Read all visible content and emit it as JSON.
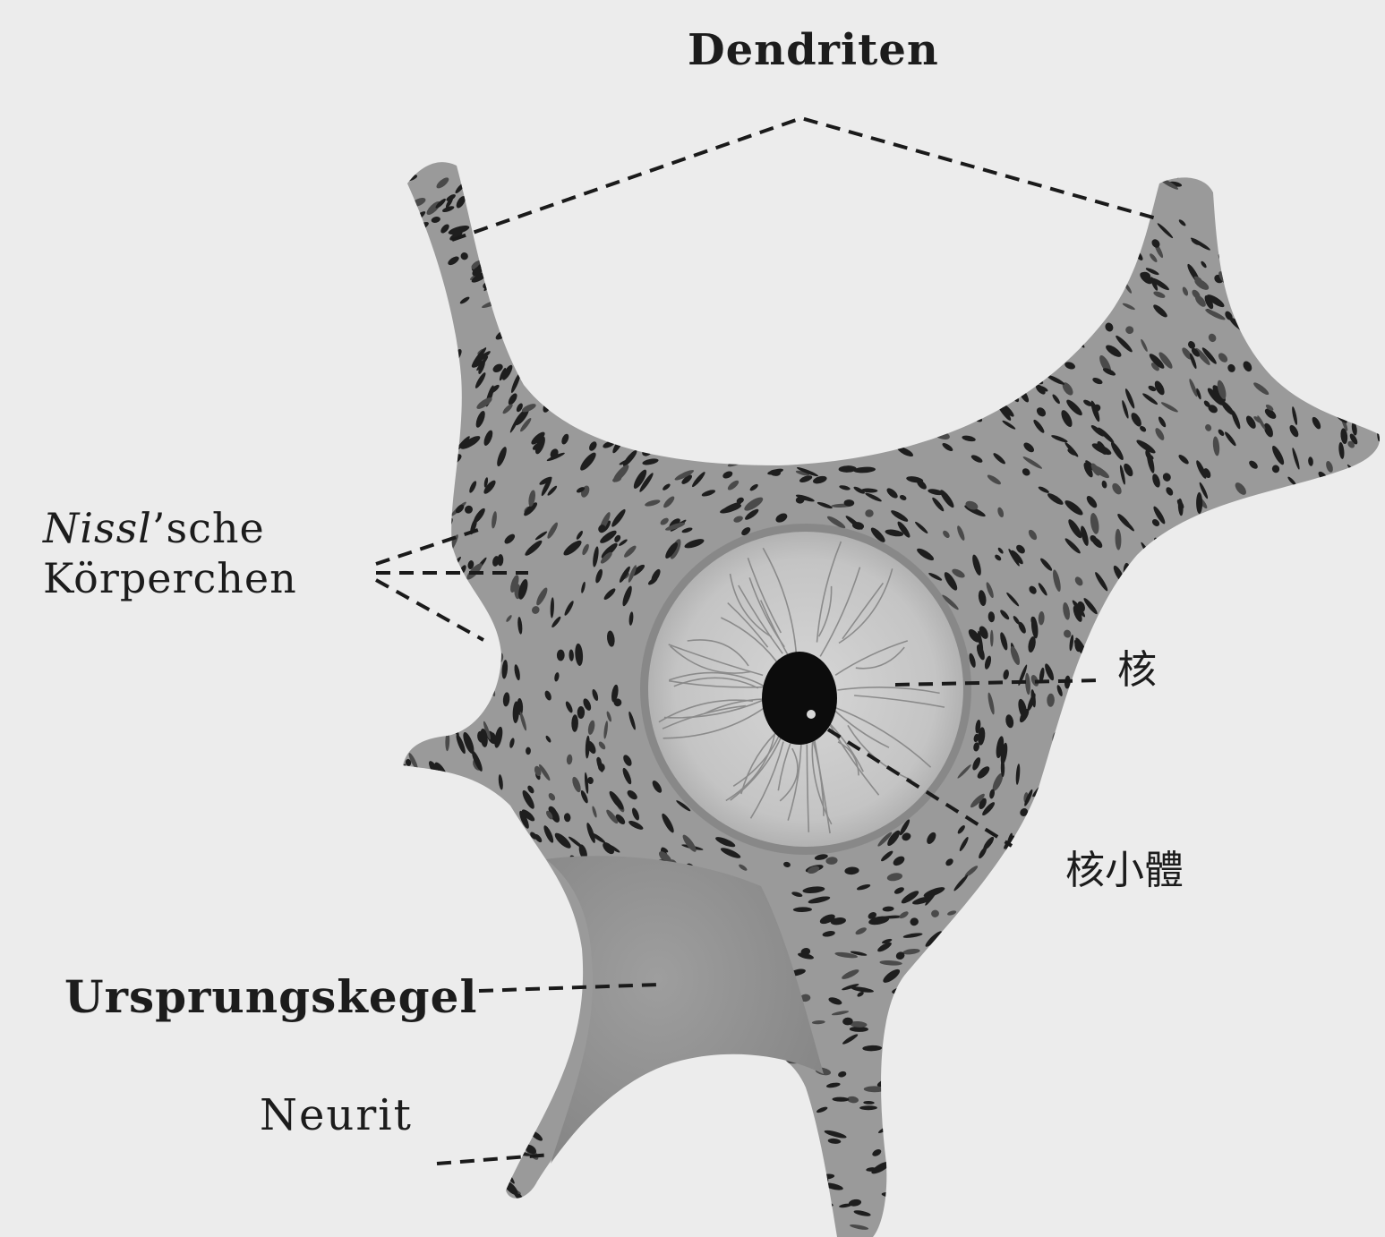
{
  "labels": {
    "dendriten": "Dendriten",
    "nissl_italic": "Nissl",
    "nissl_rest": "’sche",
    "nissl_line2": "Körperchen",
    "kern": "核",
    "kernkoerperchen": "核小體",
    "ursprungskegel": "Ursprungskegel",
    "neurit": "Neurit"
  },
  "colors": {
    "background": "#ececec",
    "cytoplasm": "#9a9a9a",
    "nissl_bodies": "#1e1e1e",
    "nucleus": "#c9c9c9",
    "nucleolus": "#0c0c0c",
    "axon_hillock": "#8f8f8f",
    "leader_lines": "#1a1a1a"
  },
  "icons": [
    "neuron-cell-illustration"
  ]
}
